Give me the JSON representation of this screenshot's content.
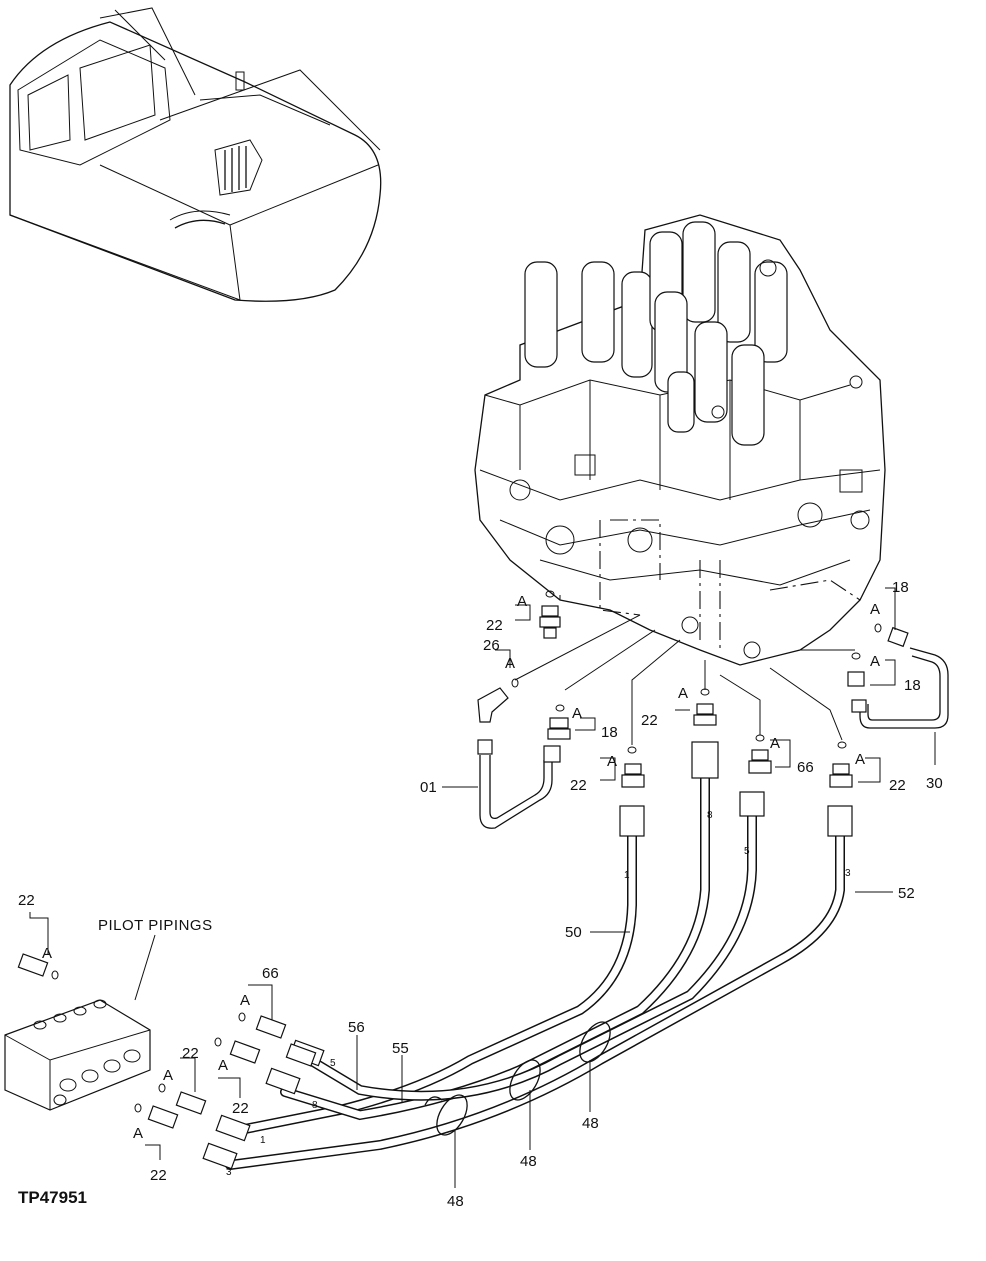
{
  "drawing_code": "TP47951",
  "caption_pilot": "PILOT PIPINGS",
  "labels": {
    "p01": "01",
    "p18a": "18",
    "p18b": "18",
    "p18c": "18",
    "p22a": "22",
    "p22b": "22",
    "p22c": "22",
    "p22d": "22",
    "p22e": "22",
    "p22f": "22",
    "p22g": "22",
    "p22h": "22",
    "p26": "26",
    "p30": "30",
    "p48a": "48",
    "p48b": "48",
    "p48c": "48",
    "p50": "50",
    "p52": "52",
    "p55": "55",
    "p56": "56",
    "p66a": "66",
    "p66b": "66"
  },
  "oring_marker": "A",
  "hose_numbers": [
    "1",
    "8",
    "5",
    "3"
  ]
}
